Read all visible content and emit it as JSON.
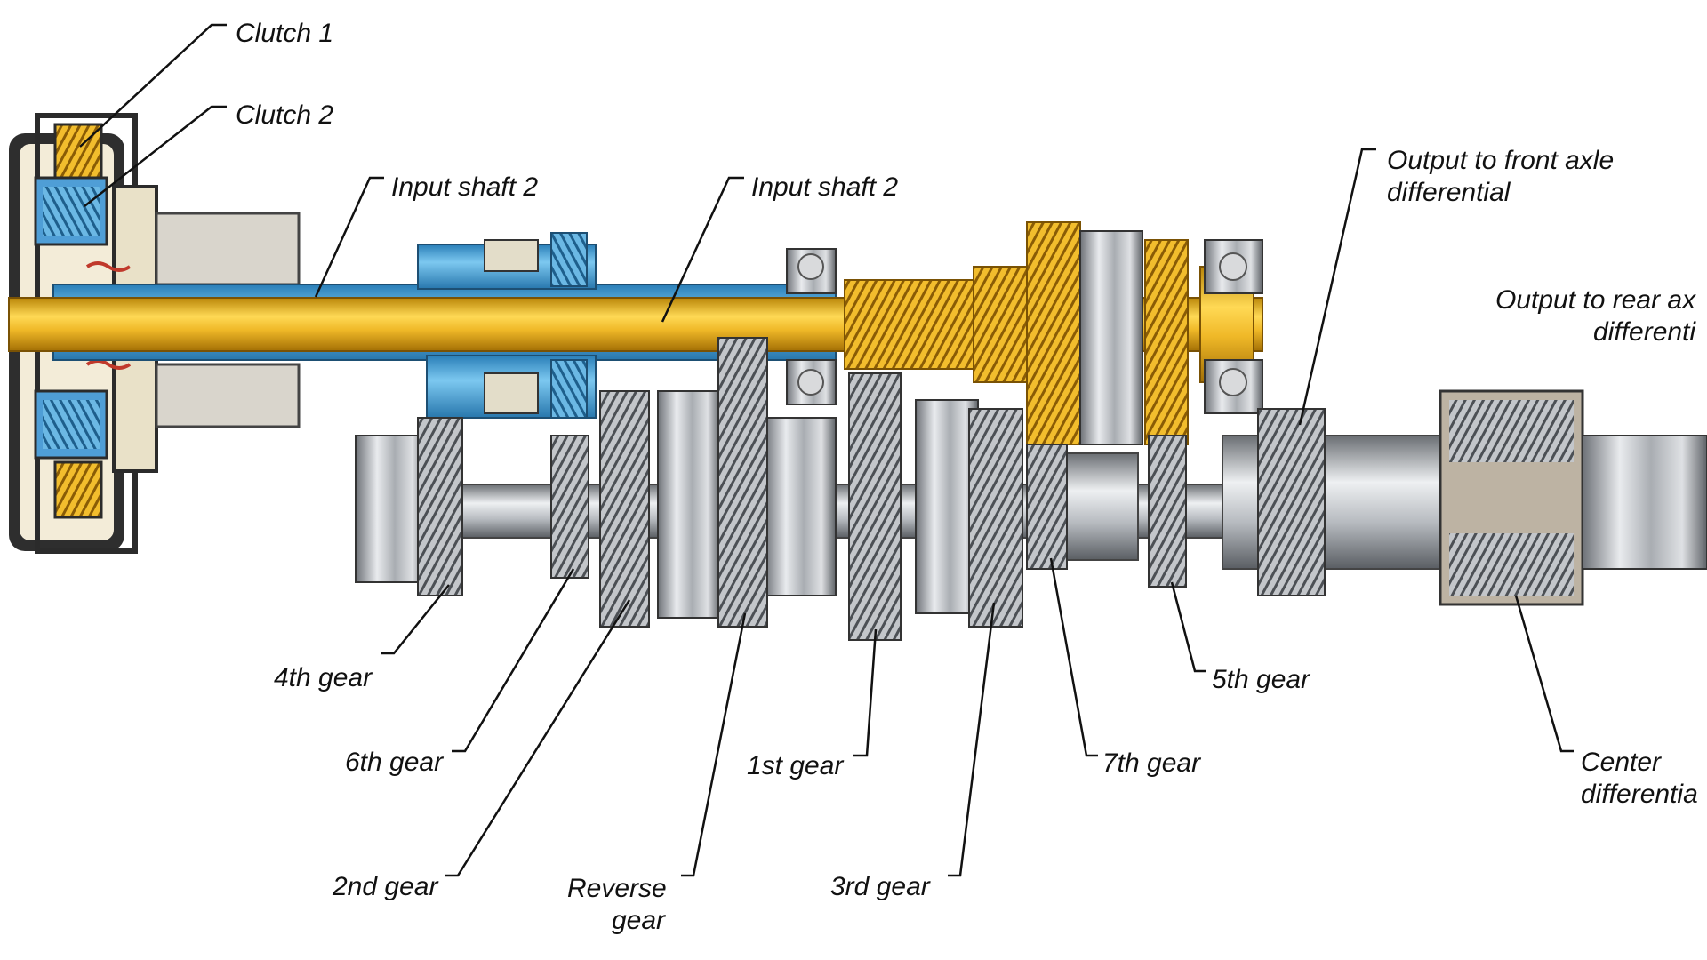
{
  "labels": {
    "clutch_1": "Clutch 1",
    "clutch_2": "Clutch 2",
    "input_shaft_outer": "Input shaft 2",
    "input_shaft_inner": "Input shaft 2",
    "output_front_line1": "Output to front axle",
    "output_front_line2": "differential",
    "output_rear_line1": "Output to rear ax",
    "output_rear_line2": "differenti",
    "gear_4th": "4th gear",
    "gear_6th": "6th gear",
    "gear_2nd": "2nd gear",
    "reverse_line1": "Reverse",
    "reverse_line2": "gear",
    "gear_1st": "1st gear",
    "gear_3rd": "3rd gear",
    "gear_7th": "7th gear",
    "gear_5th": "5th gear",
    "center_line1": "Center",
    "center_line2": "differentia"
  },
  "colors": {
    "input_shaft_1": "#e8b21e",
    "input_shaft_2": "#4aa3d8",
    "gear_steel": "#9a9ea3",
    "housing_dark": "#2b2b2b",
    "background": "#ffffff",
    "text": "#111111"
  }
}
